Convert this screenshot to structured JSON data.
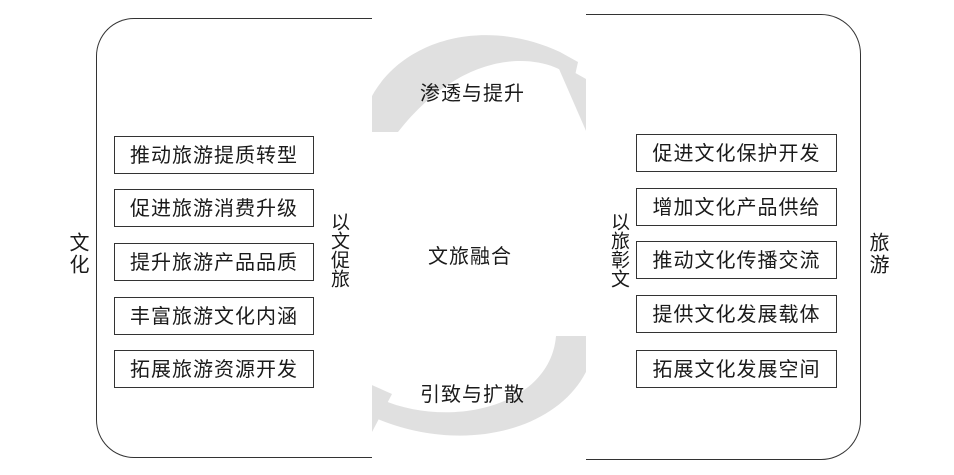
{
  "left_side_label": "文化",
  "right_side_label": "旅游",
  "center_label": "文旅融合",
  "top_flow_label": "渗透与提升",
  "bottom_flow_label": "引致与扩散",
  "left_vertical_label": "以文促旅",
  "right_vertical_label": "以旅彰文",
  "left_items": [
    "推动旅游提质转型",
    "促进旅游消费升级",
    "提升旅游产品品质",
    "丰富旅游文化内涵",
    "拓展旅游资源开发"
  ],
  "right_items": [
    "促进文化保护开发",
    "增加文化产品供给",
    "推动文化传播交流",
    "提供文化发展载体",
    "拓展文化发展空间"
  ],
  "colors": {
    "arrow_fill": "#e0e0e0",
    "line": "#333333",
    "text": "#1a1a1a"
  }
}
